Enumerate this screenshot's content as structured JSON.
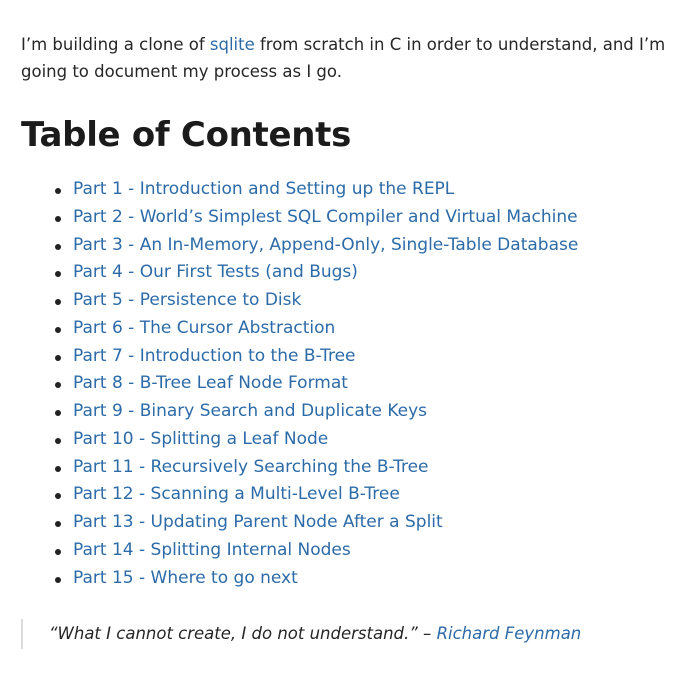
{
  "intro": {
    "before_link": "I’m building a clone of ",
    "link_text": "sqlite",
    "after_link": " from scratch in C in order to understand, and I’m going to document my process as I go."
  },
  "toc": {
    "heading": "Table of Contents",
    "items": [
      "Part 1 - Introduction and Setting up the REPL",
      "Part 2 - World’s Simplest SQL Compiler and Virtual Machine",
      "Part 3 - An In-Memory, Append-Only, Single-Table Database",
      "Part 4 - Our First Tests (and Bugs)",
      "Part 5 - Persistence to Disk",
      "Part 6 - The Cursor Abstraction",
      "Part 7 - Introduction to the B-Tree",
      "Part 8 - B-Tree Leaf Node Format",
      "Part 9 - Binary Search and Duplicate Keys",
      "Part 10 - Splitting a Leaf Node",
      "Part 11 - Recursively Searching the B-Tree",
      "Part 12 - Scanning a Multi-Level B-Tree",
      "Part 13 - Updating Parent Node After a Split",
      "Part 14 - Splitting Internal Nodes",
      "Part 15 - Where to go next"
    ]
  },
  "quote": {
    "text": "“What I cannot create, I do not understand.” – ",
    "author": "Richard Feynman"
  },
  "colors": {
    "link": "#2c6ba8",
    "text": "#222222",
    "quote_border": "#dcdcdc"
  }
}
